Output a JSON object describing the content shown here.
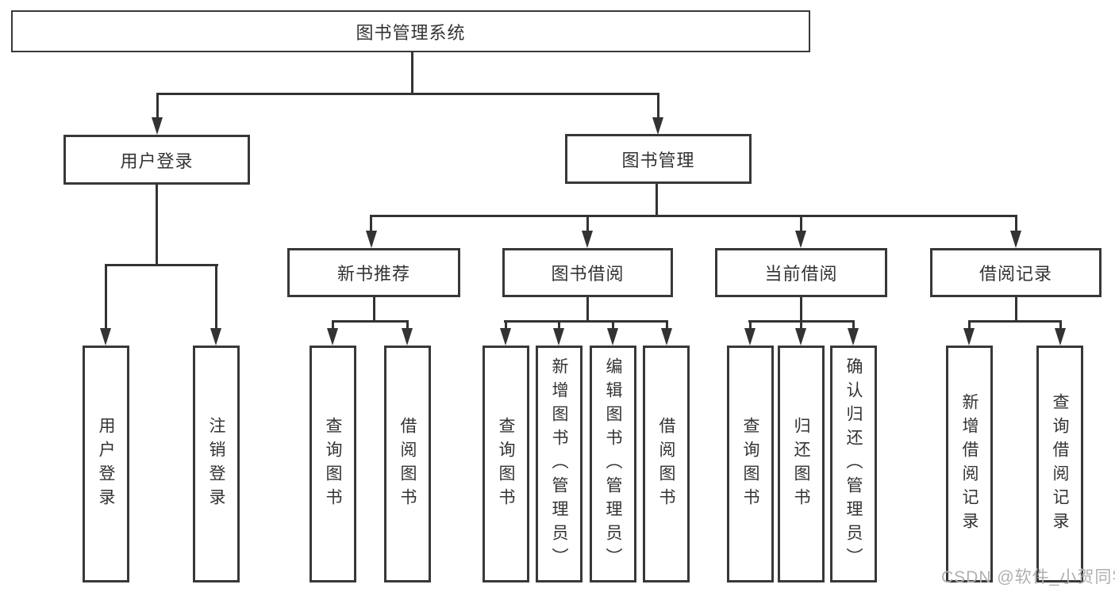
{
  "tree": {
    "root": {
      "label": "图书管理系统"
    },
    "level1": [
      {
        "label": "用户登录"
      },
      {
        "label": "图书管理"
      }
    ],
    "level2": [
      {
        "label": "新书推荐"
      },
      {
        "label": "图书借阅"
      },
      {
        "label": "当前借阅"
      },
      {
        "label": "借阅记录"
      }
    ],
    "leaves": {
      "user_login": [
        "用户登录",
        "注销登录"
      ],
      "new_book": [
        "查询图书",
        "借阅图书"
      ],
      "book_borrow": [
        "查询图书",
        "新增图书（管理员）",
        "编辑图书（管理员）",
        "借阅图书"
      ],
      "current_borrow": [
        "查询图书",
        "归还图书",
        "确认归还（管理员）"
      ],
      "borrow_records": [
        "新增借阅记录",
        "查询借阅记录"
      ]
    }
  },
  "watermark": {
    "text": "CSDN @软件_小贺同学",
    "color": "#b0b0b0"
  },
  "colors": {
    "line": "#333333",
    "box_border": "#383838",
    "text": "#333333",
    "background": "#ffffff"
  }
}
